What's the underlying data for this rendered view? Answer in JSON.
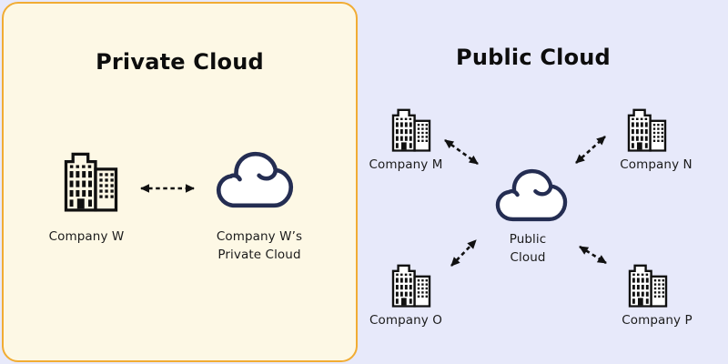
{
  "colors": {
    "page_bg": "#E7E9FA",
    "panel_bg": "#FDF8E5",
    "panel_border": "#F1AC33",
    "cloud_stroke": "#242D52",
    "icon_color": "#111111",
    "text_color": "#141414"
  },
  "private_cloud": {
    "title": "Private Cloud",
    "company": {
      "label": "Company W",
      "icon": "office-buildings-icon"
    },
    "cloud": {
      "label_line1": "Company W’s",
      "label_line2": "Private Cloud",
      "icon": "cloud-icon"
    },
    "connection": "Company W ↔ Company W’s Private Cloud (bidirectional dashed arrow)"
  },
  "public_cloud": {
    "title": "Public Cloud",
    "cloud": {
      "label_line1": "Public",
      "label_line2": "Cloud",
      "icon": "cloud-icon"
    },
    "companies": [
      {
        "label": "Company M",
        "icon": "office-buildings-icon"
      },
      {
        "label": "Company N",
        "icon": "office-buildings-icon"
      },
      {
        "label": "Company O",
        "icon": "office-buildings-icon"
      },
      {
        "label": "Company P",
        "icon": "office-buildings-icon"
      }
    ],
    "connections": "each company ↔ Public Cloud (bidirectional dashed arrows)"
  }
}
